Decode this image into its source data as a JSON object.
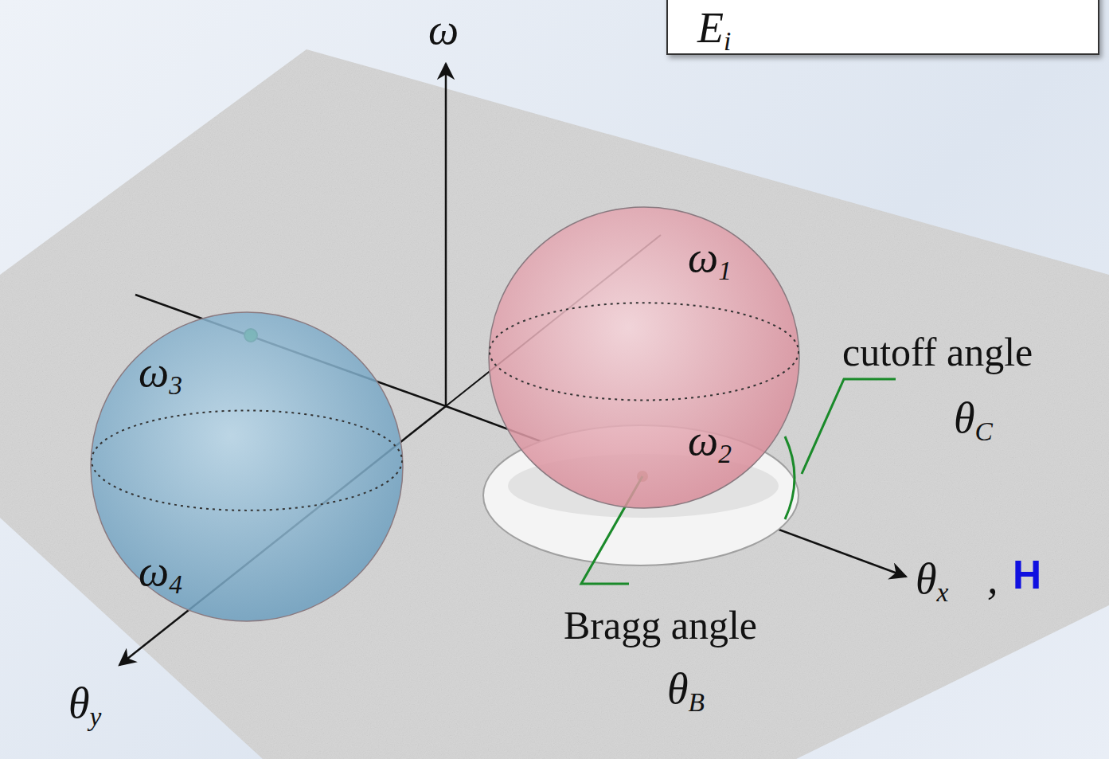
{
  "diagram": {
    "nodes": [
      {
        "text": [
          "ω1",
          "ω2"
        ]
      },
      {
        "text": [
          "ω3",
          "ω4"
        ]
      }
    ],
    "labels": [
      "ω",
      "θx",
      ",",
      "H",
      "cutoff angle",
      "θC",
      "Bragg angle",
      "θB",
      "θy",
      "Ei"
    ]
  }
}
